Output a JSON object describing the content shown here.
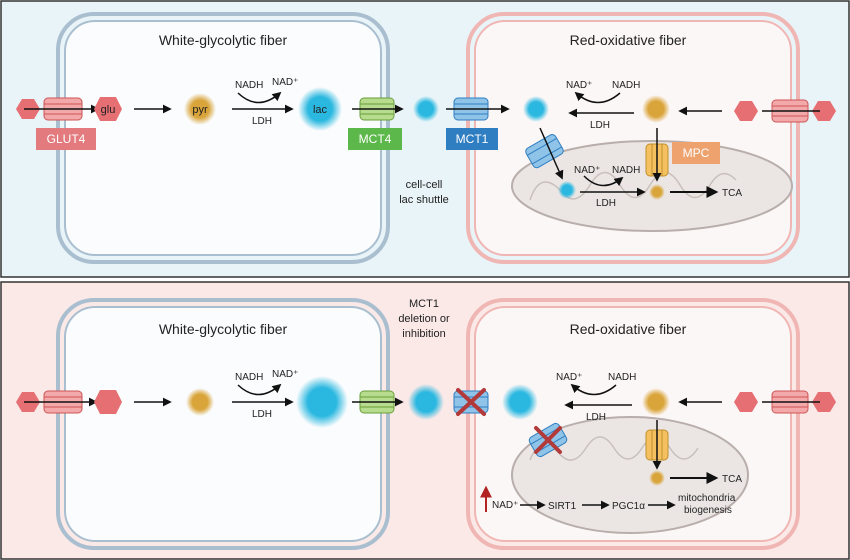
{
  "colors": {
    "top_bg": "#e9f4f8",
    "bottom_bg": "#fbe9e8",
    "white_fiber": "#a9bfd0",
    "red_fiber": "#f0b6b4",
    "glucose": "#e56f72",
    "pyruvate": "#d9a43a",
    "lactate": "#2bb8e0",
    "glut4": "#e27a7e",
    "mct4": "#5cb84b",
    "mct1": "#2f7ec2",
    "mpc": "#eea26e",
    "inhibit": "#b23a3a",
    "up_arrow": "#b22222"
  },
  "top": {
    "white_fiber_title": "White-glycolytic fiber",
    "red_fiber_title": "Red-oxidative fiber",
    "glu_label": "glu",
    "pyr_label": "pyr",
    "lac_label": "lac",
    "glut4_label": "GLUT4",
    "mct4_label": "MCT4",
    "mct1_label": "MCT1",
    "mpc_label": "MPC",
    "nadh_left": "NADH",
    "nad_left": "NAD⁺",
    "ldh_left": "LDH",
    "nad_right": "NAD⁺",
    "nadh_right": "NADH",
    "ldh_right": "LDH",
    "nad_mito": "NAD⁺",
    "nadh_mito": "NADH",
    "ldh_mito": "LDH",
    "tca": "TCA",
    "shuttle_line1": "cell-cell",
    "shuttle_line2": "lac shuttle"
  },
  "bottom": {
    "white_fiber_title": "White-glycolytic fiber",
    "red_fiber_title": "Red-oxidative fiber",
    "mct1_line1": "MCT1",
    "mct1_line2": "deletion or",
    "mct1_line3": "inhibition",
    "nadh_left": "NADH",
    "nad_left": "NAD⁺",
    "ldh_left": "LDH",
    "nad_right": "NAD⁺",
    "nadh_right": "NADH",
    "ldh_right": "LDH",
    "tca": "TCA",
    "nad_up": "NAD⁺",
    "sirt1": "SIRT1",
    "pgc1a": "PGC1α",
    "mito_line1": "mitochondria",
    "mito_line2": "biogenesis"
  }
}
